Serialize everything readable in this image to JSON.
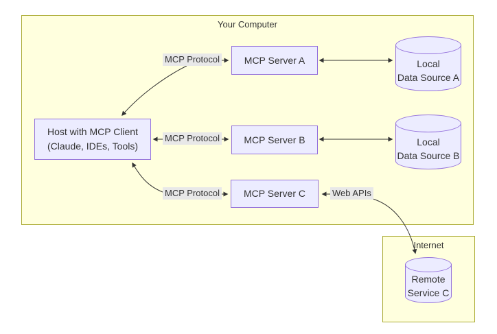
{
  "diagram": {
    "title_note": "Model Context Protocol architecture flowchart",
    "your_computer": {
      "label": "Your Computer"
    },
    "internet": {
      "label": "Internet"
    },
    "nodes": {
      "host": {
        "line1": "Host with MCP Client",
        "line2": "(Claude, IDEs, Tools)"
      },
      "server_a": {
        "label": "MCP Server A"
      },
      "server_b": {
        "label": "MCP Server B"
      },
      "server_c": {
        "label": "MCP Server C"
      },
      "data_source_a": {
        "line1": "Local",
        "line2": "Data Source A"
      },
      "data_source_b": {
        "line1": "Local",
        "line2": "Data Source B"
      },
      "remote_service_c": {
        "line1": "Remote",
        "line2": "Service C"
      }
    },
    "edges": [
      {
        "from": "host",
        "to": "mcp-server-a",
        "label": "MCP Protocol",
        "bidirectional": true
      },
      {
        "from": "host",
        "to": "mcp-server-b",
        "label": "MCP Protocol",
        "bidirectional": true
      },
      {
        "from": "host",
        "to": "mcp-server-c",
        "label": "MCP Protocol",
        "bidirectional": true
      },
      {
        "from": "mcp-server-a",
        "to": "local-data-source-a",
        "label": "",
        "bidirectional": true
      },
      {
        "from": "mcp-server-b",
        "to": "local-data-source-b",
        "label": "",
        "bidirectional": true
      },
      {
        "from": "mcp-server-c",
        "to": "remote-service-c",
        "label": "Web APIs",
        "bidirectional": true
      }
    ],
    "colors": {
      "container_fill": "#ffffde",
      "container_border": "#aaaa33",
      "node_fill": "#ECECFF",
      "node_border": "#9370DB",
      "edge_label_bg": "#e8e8e8",
      "line": "#333333",
      "text": "#333333",
      "page_bg": "#ffffff"
    }
  }
}
